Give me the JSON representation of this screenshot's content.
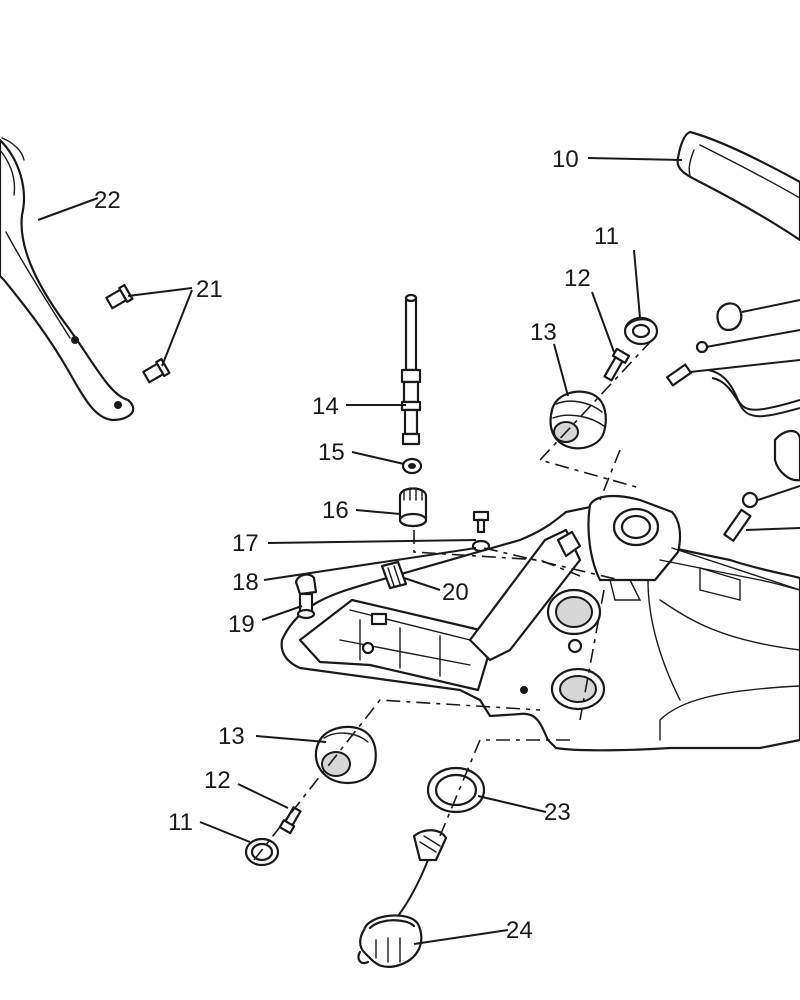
{
  "callouts": {
    "c10": "10",
    "c11a": "11",
    "c12a": "12",
    "c13a": "13",
    "c14": "14",
    "c15": "15",
    "c16": "16",
    "c17": "17",
    "c18": "18",
    "c19": "19",
    "c20": "20",
    "c21": "21",
    "c22": "22",
    "c13b": "13",
    "c12b": "12",
    "c11b": "11",
    "c23": "23",
    "c24": "24"
  }
}
